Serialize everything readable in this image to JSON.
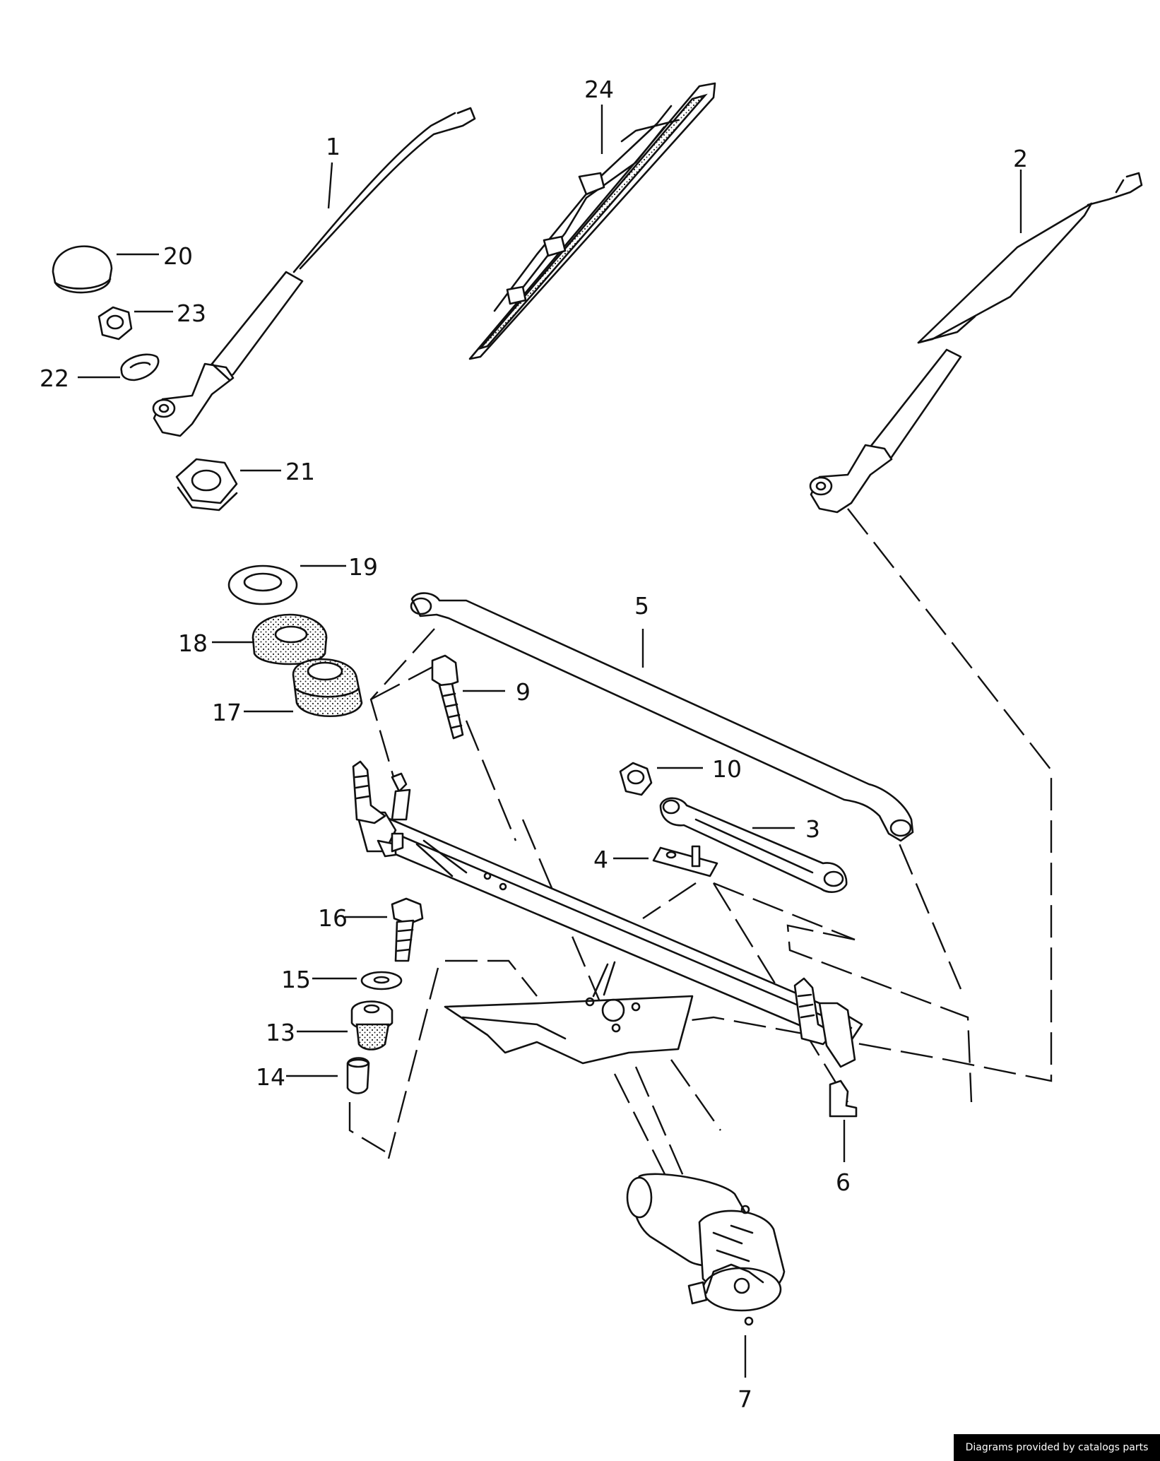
{
  "callouts": {
    "c1": "1",
    "c2": "2",
    "c3": "3",
    "c4": "4",
    "c5": "5",
    "c6": "6",
    "c7": "7",
    "c9": "9",
    "c10": "10",
    "c13": "13",
    "c14": "14",
    "c15": "15",
    "c16": "16",
    "c17": "17",
    "c18": "18",
    "c19": "19",
    "c20": "20",
    "c21": "21",
    "c22": "22",
    "c23": "23",
    "c24": "24"
  },
  "footer": {
    "credit": "Diagrams provided by catalogs parts"
  }
}
